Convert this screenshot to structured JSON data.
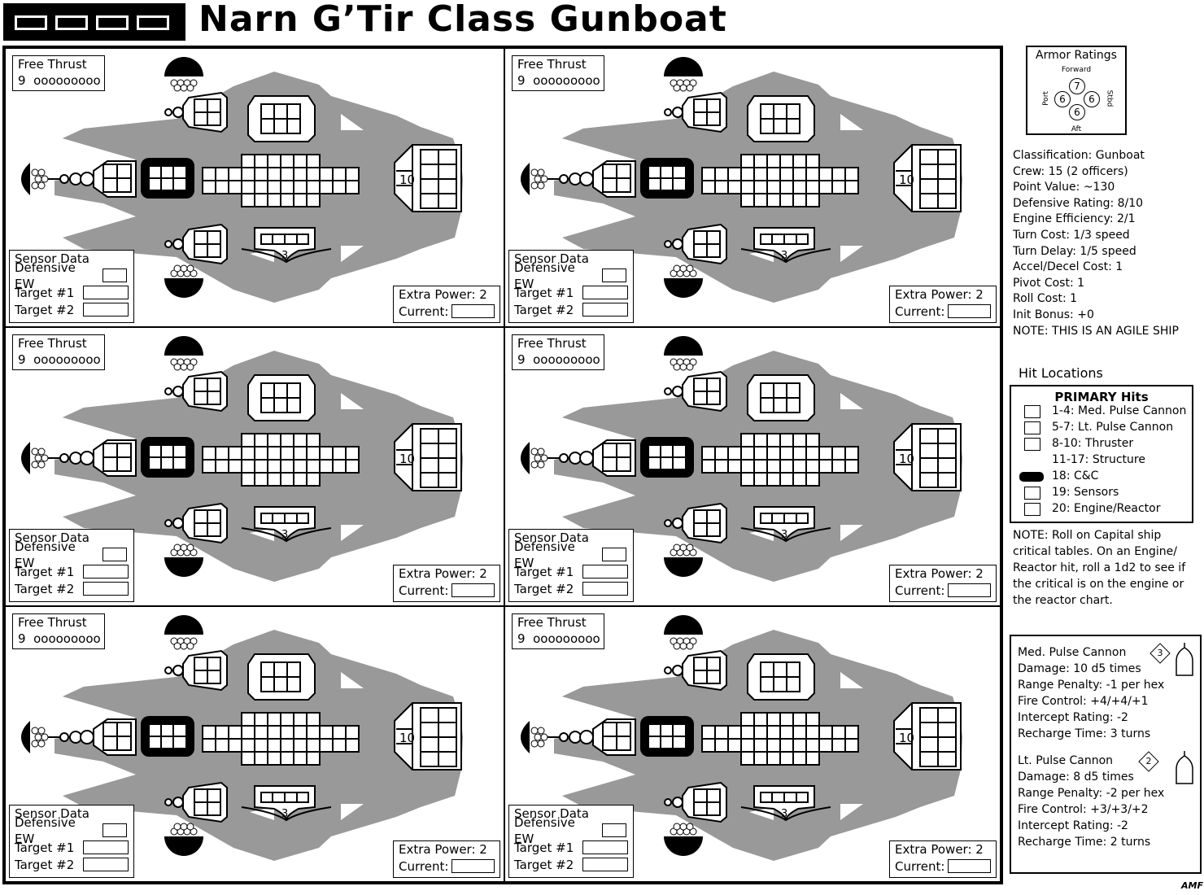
{
  "title": "Narn G’Tir Class Gunboat",
  "panel_labels": {
    "free_thrust": "Free Thrust",
    "thrust_value": "9",
    "thrust_boxes": "ooooooooo",
    "sensor_data": "Sensor Data",
    "defensive_ew": "Defensive EW",
    "target1": "Target #1",
    "target2": "Target #2",
    "extra_power": "Extra Power: 2",
    "current": "Current:",
    "structure_front": "10",
    "structure_aft": "3"
  },
  "armor": {
    "title": "Armor Ratings",
    "forward_label": "Forward",
    "aft_label": "Aft",
    "port_label": "Port",
    "starboard_label": "Stbd",
    "forward": "7",
    "port": "6",
    "starboard": "6",
    "aft": "6"
  },
  "stats": [
    "Classification: Gunboat",
    "Crew: 15 (2 officers)",
    "Point Value: ~130",
    "Defensive Rating: 8/10",
    "Engine Efficiency: 2/1",
    "Turn Cost: 1/3 speed",
    "Turn Delay: 1/5 speed",
    "Accel/Decel Cost: 1",
    "Pivot Cost: 1",
    "Roll Cost: 1",
    "Init Bonus: +0",
    "NOTE: THIS IS AN AGILE SHIP"
  ],
  "hit_locations": {
    "heading": "Hit Locations",
    "title": "PRIMARY Hits",
    "items": [
      "1-4: Med. Pulse Cannon",
      "5-7: Lt. Pulse Cannon",
      "8-10: Thruster",
      "11-17: Structure",
      "18: C&C",
      "19: Sensors",
      "20: Engine/Reactor"
    ]
  },
  "note": [
    "NOTE: Roll on Capital ship",
    "critical tables.  On an Engine/",
    "Reactor hit, roll a 1d2 to see if",
    "the critical is on the engine or",
    "the reactor chart."
  ],
  "weapons": [
    {
      "name": "Med. Pulse Cannon",
      "rating": "3",
      "lines": [
        "Damage: 10 d5 times",
        "Range Penalty: -1 per hex",
        "Fire Control: +4/+4/+1",
        "Intercept Rating: -2",
        "Recharge Time: 3 turns"
      ]
    },
    {
      "name": "Lt. Pulse Cannon",
      "rating": "2",
      "lines": [
        "Damage: 8 d5 times",
        "Range Penalty: -2 per hex",
        "Fire Control: +3/+3/+2",
        "Intercept Rating: -2",
        "Recharge Time: 2 turns"
      ]
    }
  ],
  "signature": "AMF"
}
